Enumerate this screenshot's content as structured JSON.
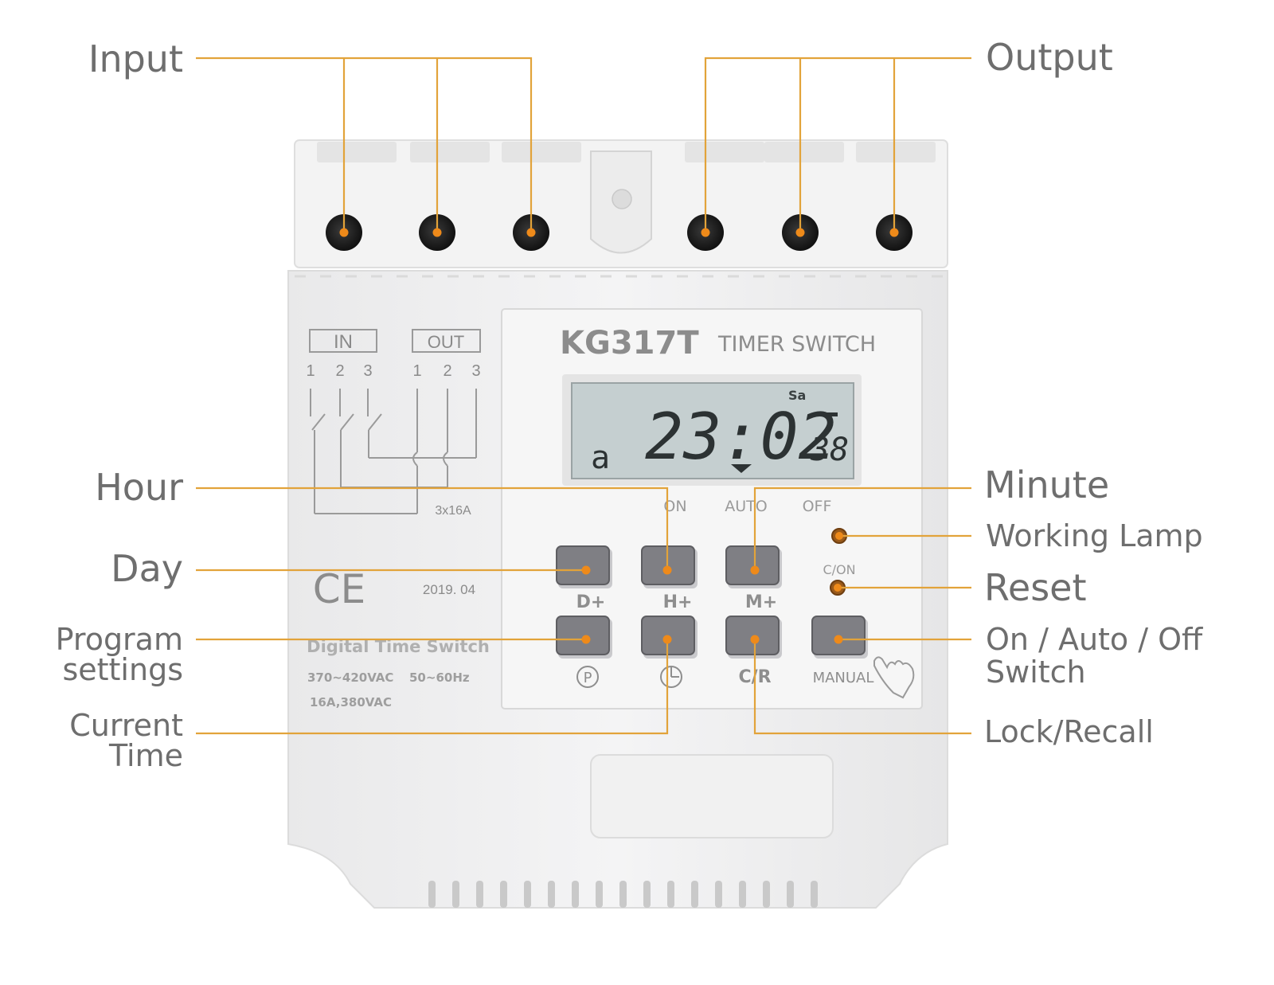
{
  "callouts": {
    "input": "Input",
    "output": "Output",
    "hour": "Hour",
    "minute": "Minute",
    "day": "Day",
    "working_lamp": "Working Lamp",
    "reset": "Reset",
    "program_line1": "Program",
    "program_line2": "settings",
    "on_auto_off_line1": "On / Auto / Off",
    "on_auto_off_line2": "Switch",
    "current_line1": "Current",
    "current_line2": "Time",
    "lock_recall": "Lock/Recall"
  },
  "device": {
    "model": "KG317T",
    "product": "TIMER SWITCH",
    "diagram_in": "IN",
    "diagram_out": "OUT",
    "terminal_numbers": [
      "1",
      "2",
      "3"
    ],
    "rating_small": "3x16A",
    "date": "2019. 04",
    "ce_mark": "CE",
    "name_label": "Digital Time Switch",
    "voltage": "370~420VAC",
    "frequency": "50~60Hz",
    "current": "16A,380VAC",
    "mode_on": "ON",
    "mode_auto": "AUTO",
    "mode_off": "OFF",
    "c_on": "C/ON",
    "btn_d": "D+",
    "btn_h": "H+",
    "btn_m": "M+",
    "btn_p": "P",
    "btn_cr": "C/R",
    "btn_manual": "MANUAL"
  },
  "lcd": {
    "time": "23:02",
    "seconds": "38",
    "day": "Sa",
    "program": "a"
  },
  "colors": {
    "leader": "#e2a33a",
    "dot": "#ee8a1a",
    "lcd": "#c5cfd0",
    "button": "#7f7f84",
    "label_text": "#6e6e6e"
  }
}
